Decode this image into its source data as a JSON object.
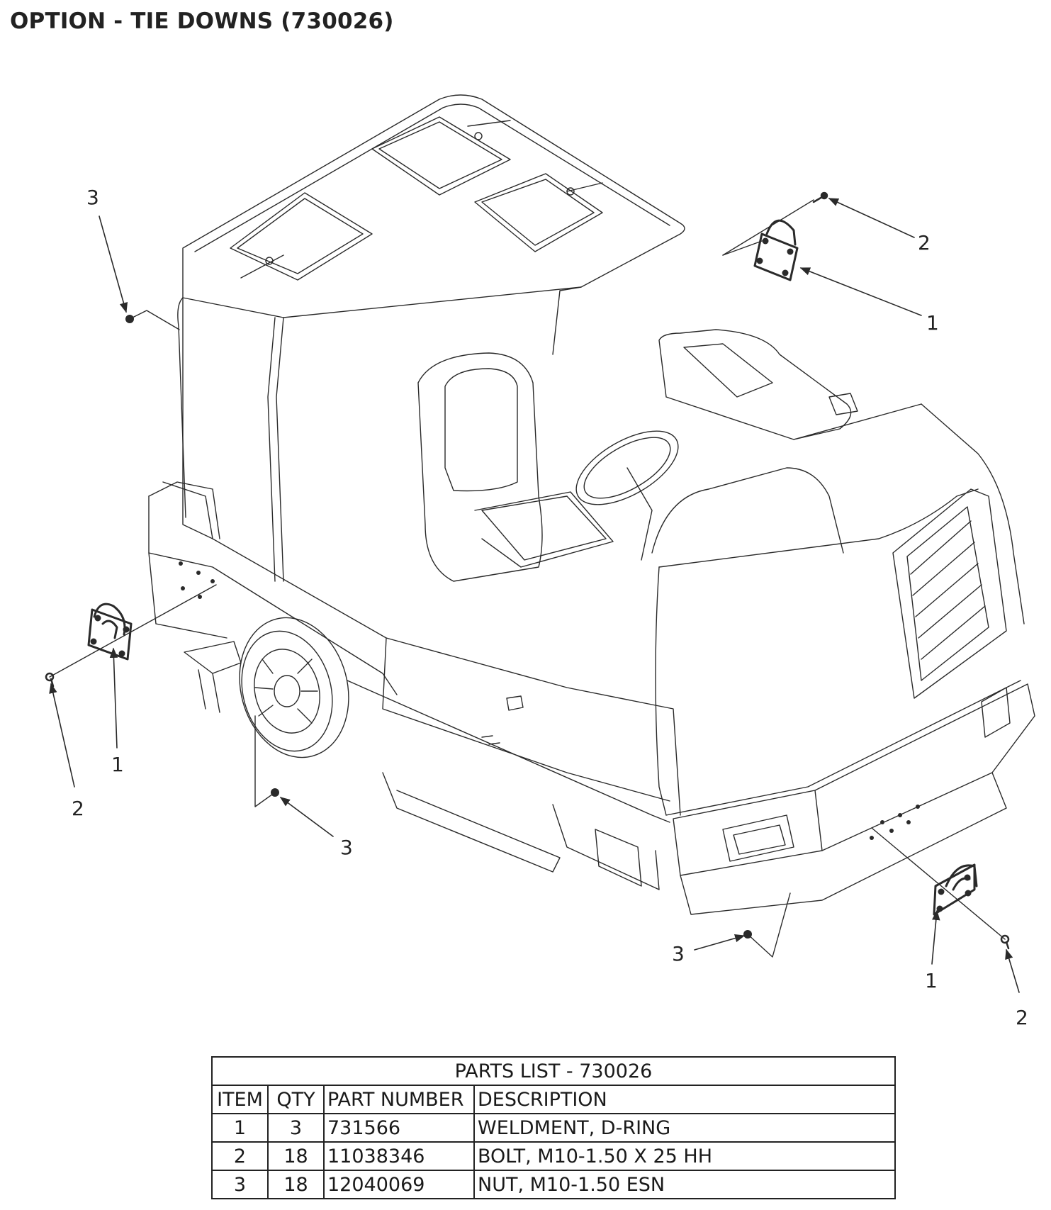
{
  "page_title": "OPTION - TIE DOWNS (730026)",
  "callouts": [
    {
      "id": "c-3-left",
      "label": "3"
    },
    {
      "id": "c-2-top-right",
      "label": "2"
    },
    {
      "id": "c-1-top-right",
      "label": "1"
    },
    {
      "id": "c-1-left",
      "label": "1"
    },
    {
      "id": "c-2-left",
      "label": "2"
    },
    {
      "id": "c-3-middle",
      "label": "3"
    },
    {
      "id": "c-3-bottom",
      "label": "3"
    },
    {
      "id": "c-1-bottom-right",
      "label": "1"
    },
    {
      "id": "c-2-bottom-right",
      "label": "2"
    }
  ],
  "parts_list": {
    "title": "PARTS LIST - 730026",
    "headers": [
      "ITEM",
      "QTY",
      "PART NUMBER",
      "DESCRIPTION"
    ],
    "rows": [
      [
        "1",
        "3",
        "731566",
        "WELDMENT, D-RING"
      ],
      [
        "2",
        "18",
        "11038346",
        "BOLT, M10-1.50 X 25 HH"
      ],
      [
        "3",
        "18",
        "12040069",
        "NUT, M10-1.50 ESN"
      ]
    ]
  }
}
